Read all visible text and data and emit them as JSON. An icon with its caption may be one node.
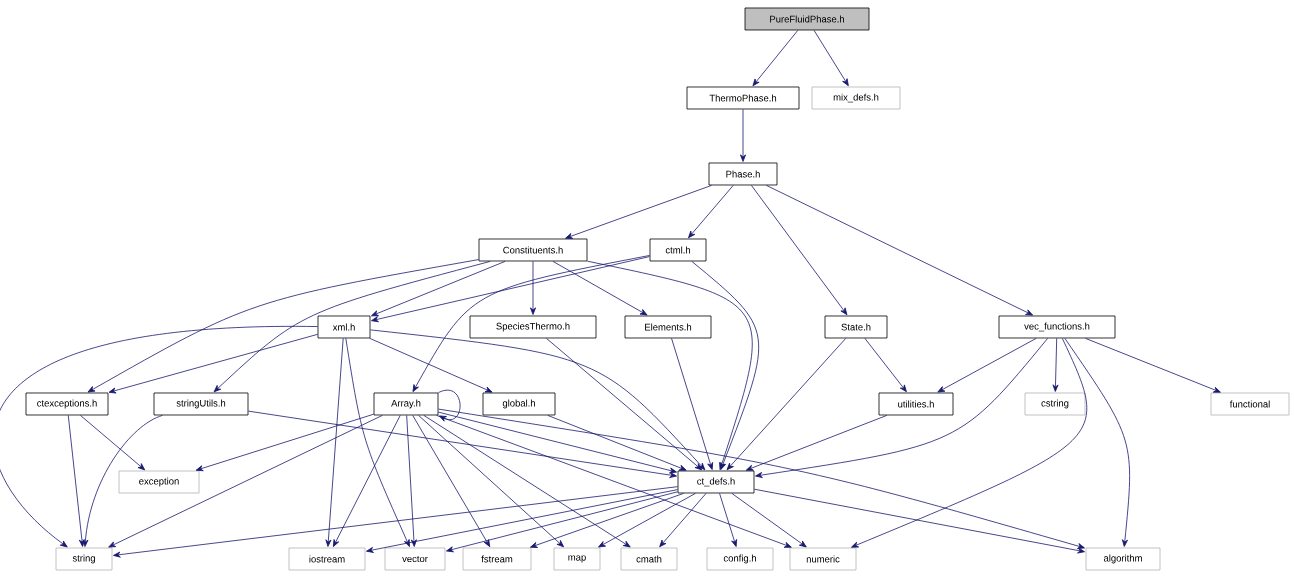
{
  "diagram": {
    "nodes": [
      {
        "text": [
          "PureFluidPhase.h"
        ]
      },
      {
        "text": [
          "ThermoPhase.h"
        ]
      },
      {
        "text": [
          "mix_defs.h"
        ]
      },
      {
        "text": [
          "Phase.h"
        ]
      },
      {
        "text": [
          "Constituents.h"
        ]
      },
      {
        "text": [
          "ctml.h"
        ]
      },
      {
        "text": [
          "State.h"
        ]
      },
      {
        "text": [
          "vec_functions.h"
        ]
      },
      {
        "text": [
          "xml.h"
        ]
      },
      {
        "text": [
          "SpeciesThermo.h"
        ]
      },
      {
        "text": [
          "Elements.h"
        ]
      },
      {
        "text": [
          "ctexceptions.h"
        ]
      },
      {
        "text": [
          "stringUtils.h"
        ]
      },
      {
        "text": [
          "Array.h"
        ]
      },
      {
        "text": [
          "global.h"
        ]
      },
      {
        "text": [
          "utilities.h"
        ]
      },
      {
        "text": [
          "cstring"
        ]
      },
      {
        "text": [
          "functional"
        ]
      },
      {
        "text": [
          "exception"
        ]
      },
      {
        "text": [
          "ct_defs.h"
        ]
      },
      {
        "text": [
          "string"
        ]
      },
      {
        "text": [
          "iostream"
        ]
      },
      {
        "text": [
          "vector"
        ]
      },
      {
        "text": [
          "fstream"
        ]
      },
      {
        "text": [
          "map"
        ]
      },
      {
        "text": [
          "cmath"
        ]
      },
      {
        "text": [
          "config.h"
        ]
      },
      {
        "text": [
          "numeric"
        ]
      },
      {
        "text": [
          "algorithm"
        ]
      }
    ],
    "edges": [
      {
        "from": 0,
        "to": 1,
        "arrow": "to"
      },
      {
        "from": 0,
        "to": 2,
        "arrow": "to"
      },
      {
        "from": 1,
        "to": 3,
        "arrow": "to"
      },
      {
        "from": 3,
        "to": 4,
        "arrow": "to"
      },
      {
        "from": 3,
        "to": 5,
        "arrow": "to"
      },
      {
        "from": 3,
        "to": 6,
        "arrow": "to"
      },
      {
        "from": 3,
        "to": 7,
        "arrow": "to"
      },
      {
        "from": 4,
        "to": 8,
        "arrow": "to"
      },
      {
        "from": 4,
        "to": 9,
        "arrow": "to"
      },
      {
        "from": 4,
        "to": 10,
        "arrow": "to"
      },
      {
        "from": 4,
        "to": 19,
        "arrow": "to"
      },
      {
        "from": 4,
        "to": 11,
        "arrow": "to"
      },
      {
        "from": 4,
        "to": 12,
        "arrow": "to"
      },
      {
        "from": 5,
        "to": 8,
        "arrow": "to"
      },
      {
        "from": 5,
        "to": 13,
        "arrow": "to"
      },
      {
        "from": 5,
        "to": 19,
        "arrow": "to"
      },
      {
        "from": 6,
        "to": 15,
        "arrow": "to"
      },
      {
        "from": 6,
        "to": 19,
        "arrow": "to"
      },
      {
        "from": 7,
        "to": 15,
        "arrow": "to"
      },
      {
        "from": 7,
        "to": 16,
        "arrow": "to"
      },
      {
        "from": 7,
        "to": 17,
        "arrow": "to"
      },
      {
        "from": 7,
        "to": 19,
        "arrow": "to"
      },
      {
        "from": 7,
        "to": 27,
        "arrow": "to"
      },
      {
        "from": 7,
        "to": 28,
        "arrow": "to"
      },
      {
        "from": 8,
        "to": 20,
        "arrow": "to"
      },
      {
        "from": 8,
        "to": 11,
        "arrow": "to"
      },
      {
        "from": 8,
        "to": 14,
        "arrow": "to"
      },
      {
        "from": 8,
        "to": 19,
        "arrow": "to"
      },
      {
        "from": 8,
        "to": 21,
        "arrow": "to"
      },
      {
        "from": 8,
        "to": 22,
        "arrow": "to"
      },
      {
        "from": 9,
        "to": 19,
        "arrow": "to"
      },
      {
        "from": 10,
        "to": 19,
        "arrow": "to"
      },
      {
        "from": 11,
        "to": 20,
        "arrow": "to"
      },
      {
        "from": 11,
        "to": 18,
        "arrow": "to"
      },
      {
        "from": 12,
        "to": 20,
        "arrow": "to"
      },
      {
        "from": 12,
        "to": 19,
        "arrow": "to"
      },
      {
        "from": 13,
        "to": 13,
        "arrow": "to"
      },
      {
        "from": 13,
        "to": 18,
        "arrow": "to"
      },
      {
        "from": 13,
        "to": 20,
        "arrow": "to"
      },
      {
        "from": 13,
        "to": 21,
        "arrow": "to"
      },
      {
        "from": 13,
        "to": 22,
        "arrow": "to"
      },
      {
        "from": 13,
        "to": 23,
        "arrow": "to"
      },
      {
        "from": 13,
        "to": 24,
        "arrow": "to"
      },
      {
        "from": 13,
        "to": 25,
        "arrow": "to"
      },
      {
        "from": 13,
        "to": 27,
        "arrow": "to"
      },
      {
        "from": 13,
        "to": 19,
        "arrow": "to"
      },
      {
        "from": 13,
        "to": 28,
        "arrow": "to"
      },
      {
        "from": 14,
        "to": 19,
        "arrow": "to"
      },
      {
        "from": 15,
        "to": 19,
        "arrow": "to"
      },
      {
        "from": 19,
        "to": 20,
        "arrow": "to"
      },
      {
        "from": 19,
        "to": 21,
        "arrow": "to"
      },
      {
        "from": 19,
        "to": 22,
        "arrow": "to"
      },
      {
        "from": 19,
        "to": 23,
        "arrow": "to"
      },
      {
        "from": 19,
        "to": 24,
        "arrow": "to"
      },
      {
        "from": 19,
        "to": 25,
        "arrow": "to"
      },
      {
        "from": 19,
        "to": 26,
        "arrow": "to"
      },
      {
        "from": 19,
        "to": 27,
        "arrow": "to"
      },
      {
        "from": 19,
        "to": 28,
        "arrow": "to"
      }
    ]
  }
}
